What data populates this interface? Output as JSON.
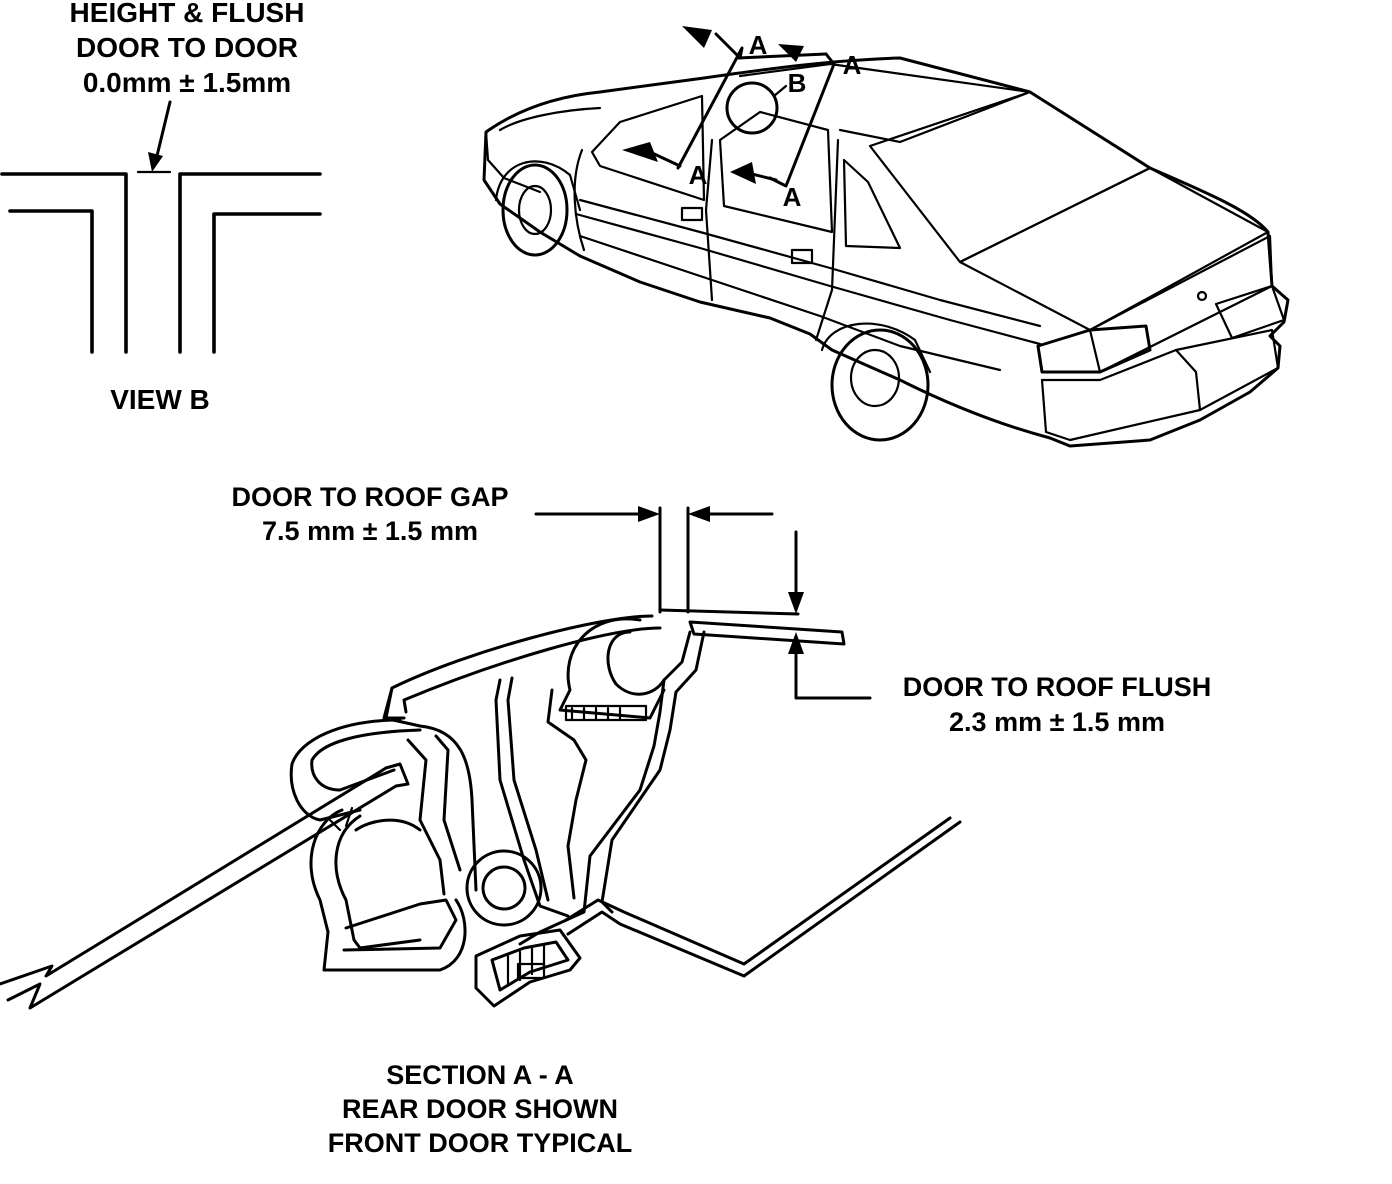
{
  "view_b": {
    "title_line1": "HEIGHT & FLUSH",
    "title_line2": "DOOR TO DOOR",
    "spec": "0.0mm  ± 1.5mm",
    "caption": "VIEW B"
  },
  "car": {
    "section_marker": "A",
    "detail_marker": "B"
  },
  "gap": {
    "line1": "DOOR TO ROOF GAP",
    "line2": "7.5 mm  ± 1.5 mm"
  },
  "flush": {
    "line1": "DOOR TO ROOF FLUSH",
    "line2": "2.3 mm  ± 1.5 mm"
  },
  "section": {
    "line1": "SECTION A - A",
    "line2": "REAR DOOR SHOWN",
    "line3": "FRONT DOOR TYPICAL"
  }
}
